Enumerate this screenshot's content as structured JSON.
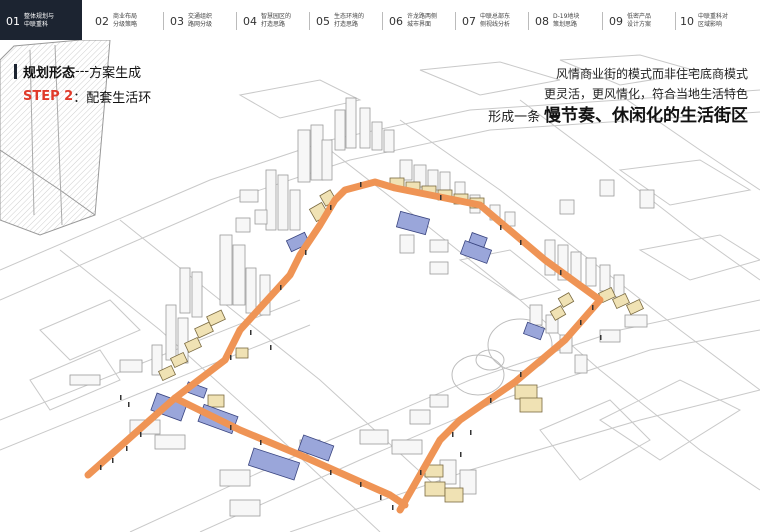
{
  "nav": {
    "items": [
      {
        "num": "01",
        "label": "整体规划与\n中联重科",
        "active": true
      },
      {
        "num": "02",
        "label": "商业布局\n分级策略",
        "active": false
      },
      {
        "num": "03",
        "label": "交通组织\n路网分级",
        "active": false
      },
      {
        "num": "04",
        "label": "智慧园区的\n打造思路",
        "active": false
      },
      {
        "num": "05",
        "label": "生态环境的\n打造思路",
        "active": false
      },
      {
        "num": "06",
        "label": "许龙路两侧\n城市界面",
        "active": false
      },
      {
        "num": "07",
        "label": "中联总部东\n侧视线分析",
        "active": false
      },
      {
        "num": "08",
        "label": "D-19地块\n策划思路",
        "active": false
      },
      {
        "num": "09",
        "label": "低密产品\n设计方案",
        "active": false
      },
      {
        "num": "10",
        "label": "中联重科对\n区域影响",
        "active": false
      }
    ]
  },
  "heading": {
    "main": "规划形态",
    "sep": "---",
    "sub": "方案生成",
    "step_label": "STEP 2",
    "step_colon": "：",
    "step_text": "配套生活环"
  },
  "description": {
    "line1": "风情商业街的模式而非住宅底商模式",
    "line2": "更灵活，更风情化，符合当地生活特色",
    "line3_prefix": "形成一条",
    "line3_emphasis": "慢节奏、休闲化的生活街区"
  },
  "colors": {
    "route": "#ef9455",
    "block_blue": "#9aa6da",
    "block_beige": "#f0e2b4",
    "building_white": "#f7f7f7",
    "nav_active": "#1c2431",
    "step_red": "#e03a2a"
  }
}
